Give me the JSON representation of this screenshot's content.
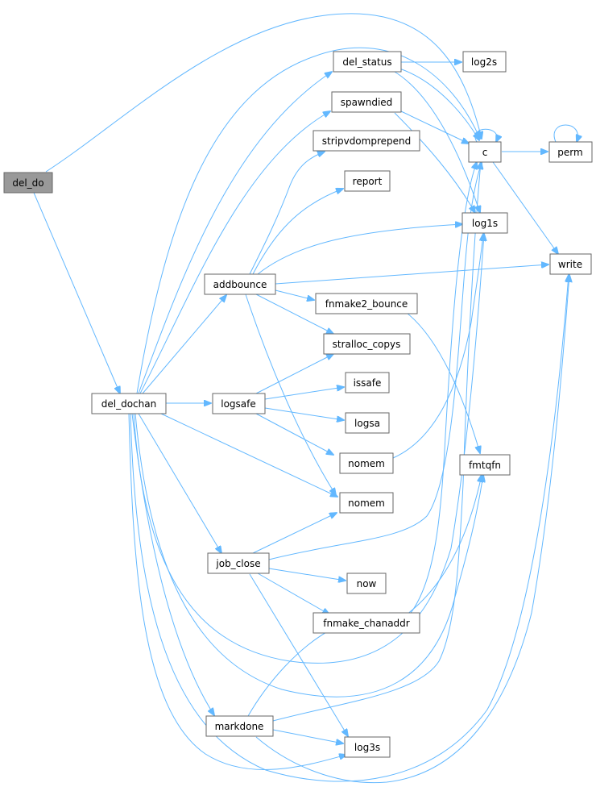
{
  "graph": {
    "title": "",
    "edge_color": "#63b8ff",
    "node_fill": "#ffffff",
    "root_fill": "#999999",
    "node_border": "#666666",
    "nodes": [
      {
        "id": "del_do",
        "label": "del_do",
        "root": true
      },
      {
        "id": "del_dochan",
        "label": "del_dochan"
      },
      {
        "id": "c",
        "label": "c"
      },
      {
        "id": "addbounce",
        "label": "addbounce"
      },
      {
        "id": "del_status",
        "label": "del_status"
      },
      {
        "id": "fmtqfn",
        "label": "fmtqfn"
      },
      {
        "id": "job_close",
        "label": "job_close"
      },
      {
        "id": "log1s",
        "label": "log1s"
      },
      {
        "id": "log3s",
        "label": "log3s"
      },
      {
        "id": "logsafe",
        "label": "logsafe"
      },
      {
        "id": "markdone",
        "label": "markdone"
      },
      {
        "id": "nomem_b",
        "label": "nomem"
      },
      {
        "id": "spawndied",
        "label": "spawndied"
      },
      {
        "id": "write",
        "label": "write"
      },
      {
        "id": "log2s",
        "label": "log2s"
      },
      {
        "id": "perm",
        "label": "perm"
      },
      {
        "id": "fnmake2_bounce",
        "label": "fnmake2_bounce"
      },
      {
        "id": "report",
        "label": "report"
      },
      {
        "id": "stralloc_copys",
        "label": "stralloc_copys"
      },
      {
        "id": "stripvdomprepend",
        "label": "stripvdomprepend"
      },
      {
        "id": "issafe",
        "label": "issafe"
      },
      {
        "id": "logsa",
        "label": "logsa"
      },
      {
        "id": "nomem_a",
        "label": "nomem"
      },
      {
        "id": "fnmake_chanaddr",
        "label": "fnmake_chanaddr"
      },
      {
        "id": "now",
        "label": "now"
      }
    ],
    "edges": [
      [
        "del_do",
        "c"
      ],
      [
        "del_do",
        "del_dochan"
      ],
      [
        "del_dochan",
        "addbounce"
      ],
      [
        "del_dochan",
        "c"
      ],
      [
        "del_dochan",
        "del_status"
      ],
      [
        "del_dochan",
        "fmtqfn"
      ],
      [
        "del_dochan",
        "job_close"
      ],
      [
        "del_dochan",
        "log1s"
      ],
      [
        "del_dochan",
        "log3s"
      ],
      [
        "del_dochan",
        "logsafe"
      ],
      [
        "del_dochan",
        "markdone"
      ],
      [
        "del_dochan",
        "nomem_b"
      ],
      [
        "del_dochan",
        "spawndied"
      ],
      [
        "del_dochan",
        "write"
      ],
      [
        "c",
        "c"
      ],
      [
        "c",
        "perm"
      ],
      [
        "c",
        "write"
      ],
      [
        "perm",
        "perm"
      ],
      [
        "addbounce",
        "fnmake2_bounce"
      ],
      [
        "addbounce",
        "log1s"
      ],
      [
        "addbounce",
        "nomem_b"
      ],
      [
        "addbounce",
        "report"
      ],
      [
        "addbounce",
        "stralloc_copys"
      ],
      [
        "addbounce",
        "stripvdomprepend"
      ],
      [
        "addbounce",
        "write"
      ],
      [
        "fnmake2_bounce",
        "fmtqfn"
      ],
      [
        "del_status",
        "c"
      ],
      [
        "del_status",
        "log1s"
      ],
      [
        "del_status",
        "log2s"
      ],
      [
        "job_close",
        "c"
      ],
      [
        "job_close",
        "fnmake_chanaddr"
      ],
      [
        "job_close",
        "log3s"
      ],
      [
        "job_close",
        "nomem_b"
      ],
      [
        "job_close",
        "now"
      ],
      [
        "fnmake_chanaddr",
        "c"
      ],
      [
        "fnmake_chanaddr",
        "fmtqfn"
      ],
      [
        "logsafe",
        "issafe"
      ],
      [
        "logsafe",
        "logsa"
      ],
      [
        "logsafe",
        "nomem_a"
      ],
      [
        "logsafe",
        "stralloc_copys"
      ],
      [
        "nomem_a",
        "log1s"
      ],
      [
        "markdone",
        "c"
      ],
      [
        "markdone",
        "fnmake_chanaddr"
      ],
      [
        "markdone",
        "log3s"
      ],
      [
        "markdone",
        "write"
      ],
      [
        "spawndied",
        "c"
      ],
      [
        "spawndied",
        "log1s"
      ]
    ]
  }
}
